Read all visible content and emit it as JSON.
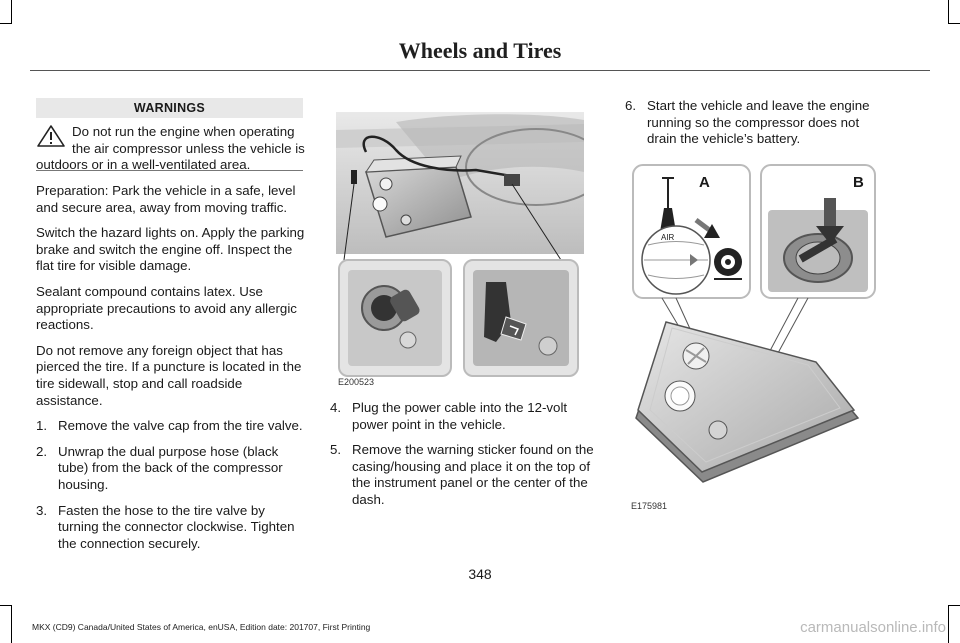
{
  "header": {
    "title": "Wheels and Tires"
  },
  "warnings": {
    "heading": "WARNINGS",
    "text": "Do not run the engine when operating the air compressor unless the vehicle is outdoors or in a well-ventilated area."
  },
  "left_paragraphs": [
    "Preparation: Park the vehicle in a safe, level and secure area, away from moving traffic.",
    "Switch the hazard lights on. Apply the parking brake and switch the engine off. Inspect the flat tire for visible damage.",
    "Sealant compound contains latex. Use appropriate precautions to avoid any allergic reactions.",
    "Do not remove any foreign object that has pierced the tire. If a puncture is located in the tire sidewall, stop and call roadside assistance."
  ],
  "steps_left": [
    {
      "num": "1.",
      "text": "Remove the valve cap from the tire valve."
    },
    {
      "num": "2.",
      "text": "Unwrap the dual purpose hose (black tube) from the back of the compressor housing."
    },
    {
      "num": "3.",
      "text": "Fasten the hose to the tire valve by turning the connector clockwise. Tighten the connection securely."
    }
  ],
  "steps_middle": [
    {
      "num": "4.",
      "text": "Plug the power cable into the 12-volt power point in the vehicle."
    },
    {
      "num": "5.",
      "text": "Remove the warning sticker found on the casing/housing and place it on the top of the instrument panel or the center of the dash."
    }
  ],
  "steps_right": [
    {
      "num": "6.",
      "text": "Start the vehicle and leave the engine running so the compressor does not drain the vehicle’s battery."
    }
  ],
  "figures": {
    "middle_id": "E200523",
    "right_id": "E175981",
    "label_a": "A",
    "label_b": "B",
    "air_label": "AIR"
  },
  "footer": {
    "page_number": "348",
    "edition": "MKX (CD9) Canada/United States of America, enUSA, Edition date: 201707, First Printing",
    "watermark": "carmanualsonline.info"
  }
}
